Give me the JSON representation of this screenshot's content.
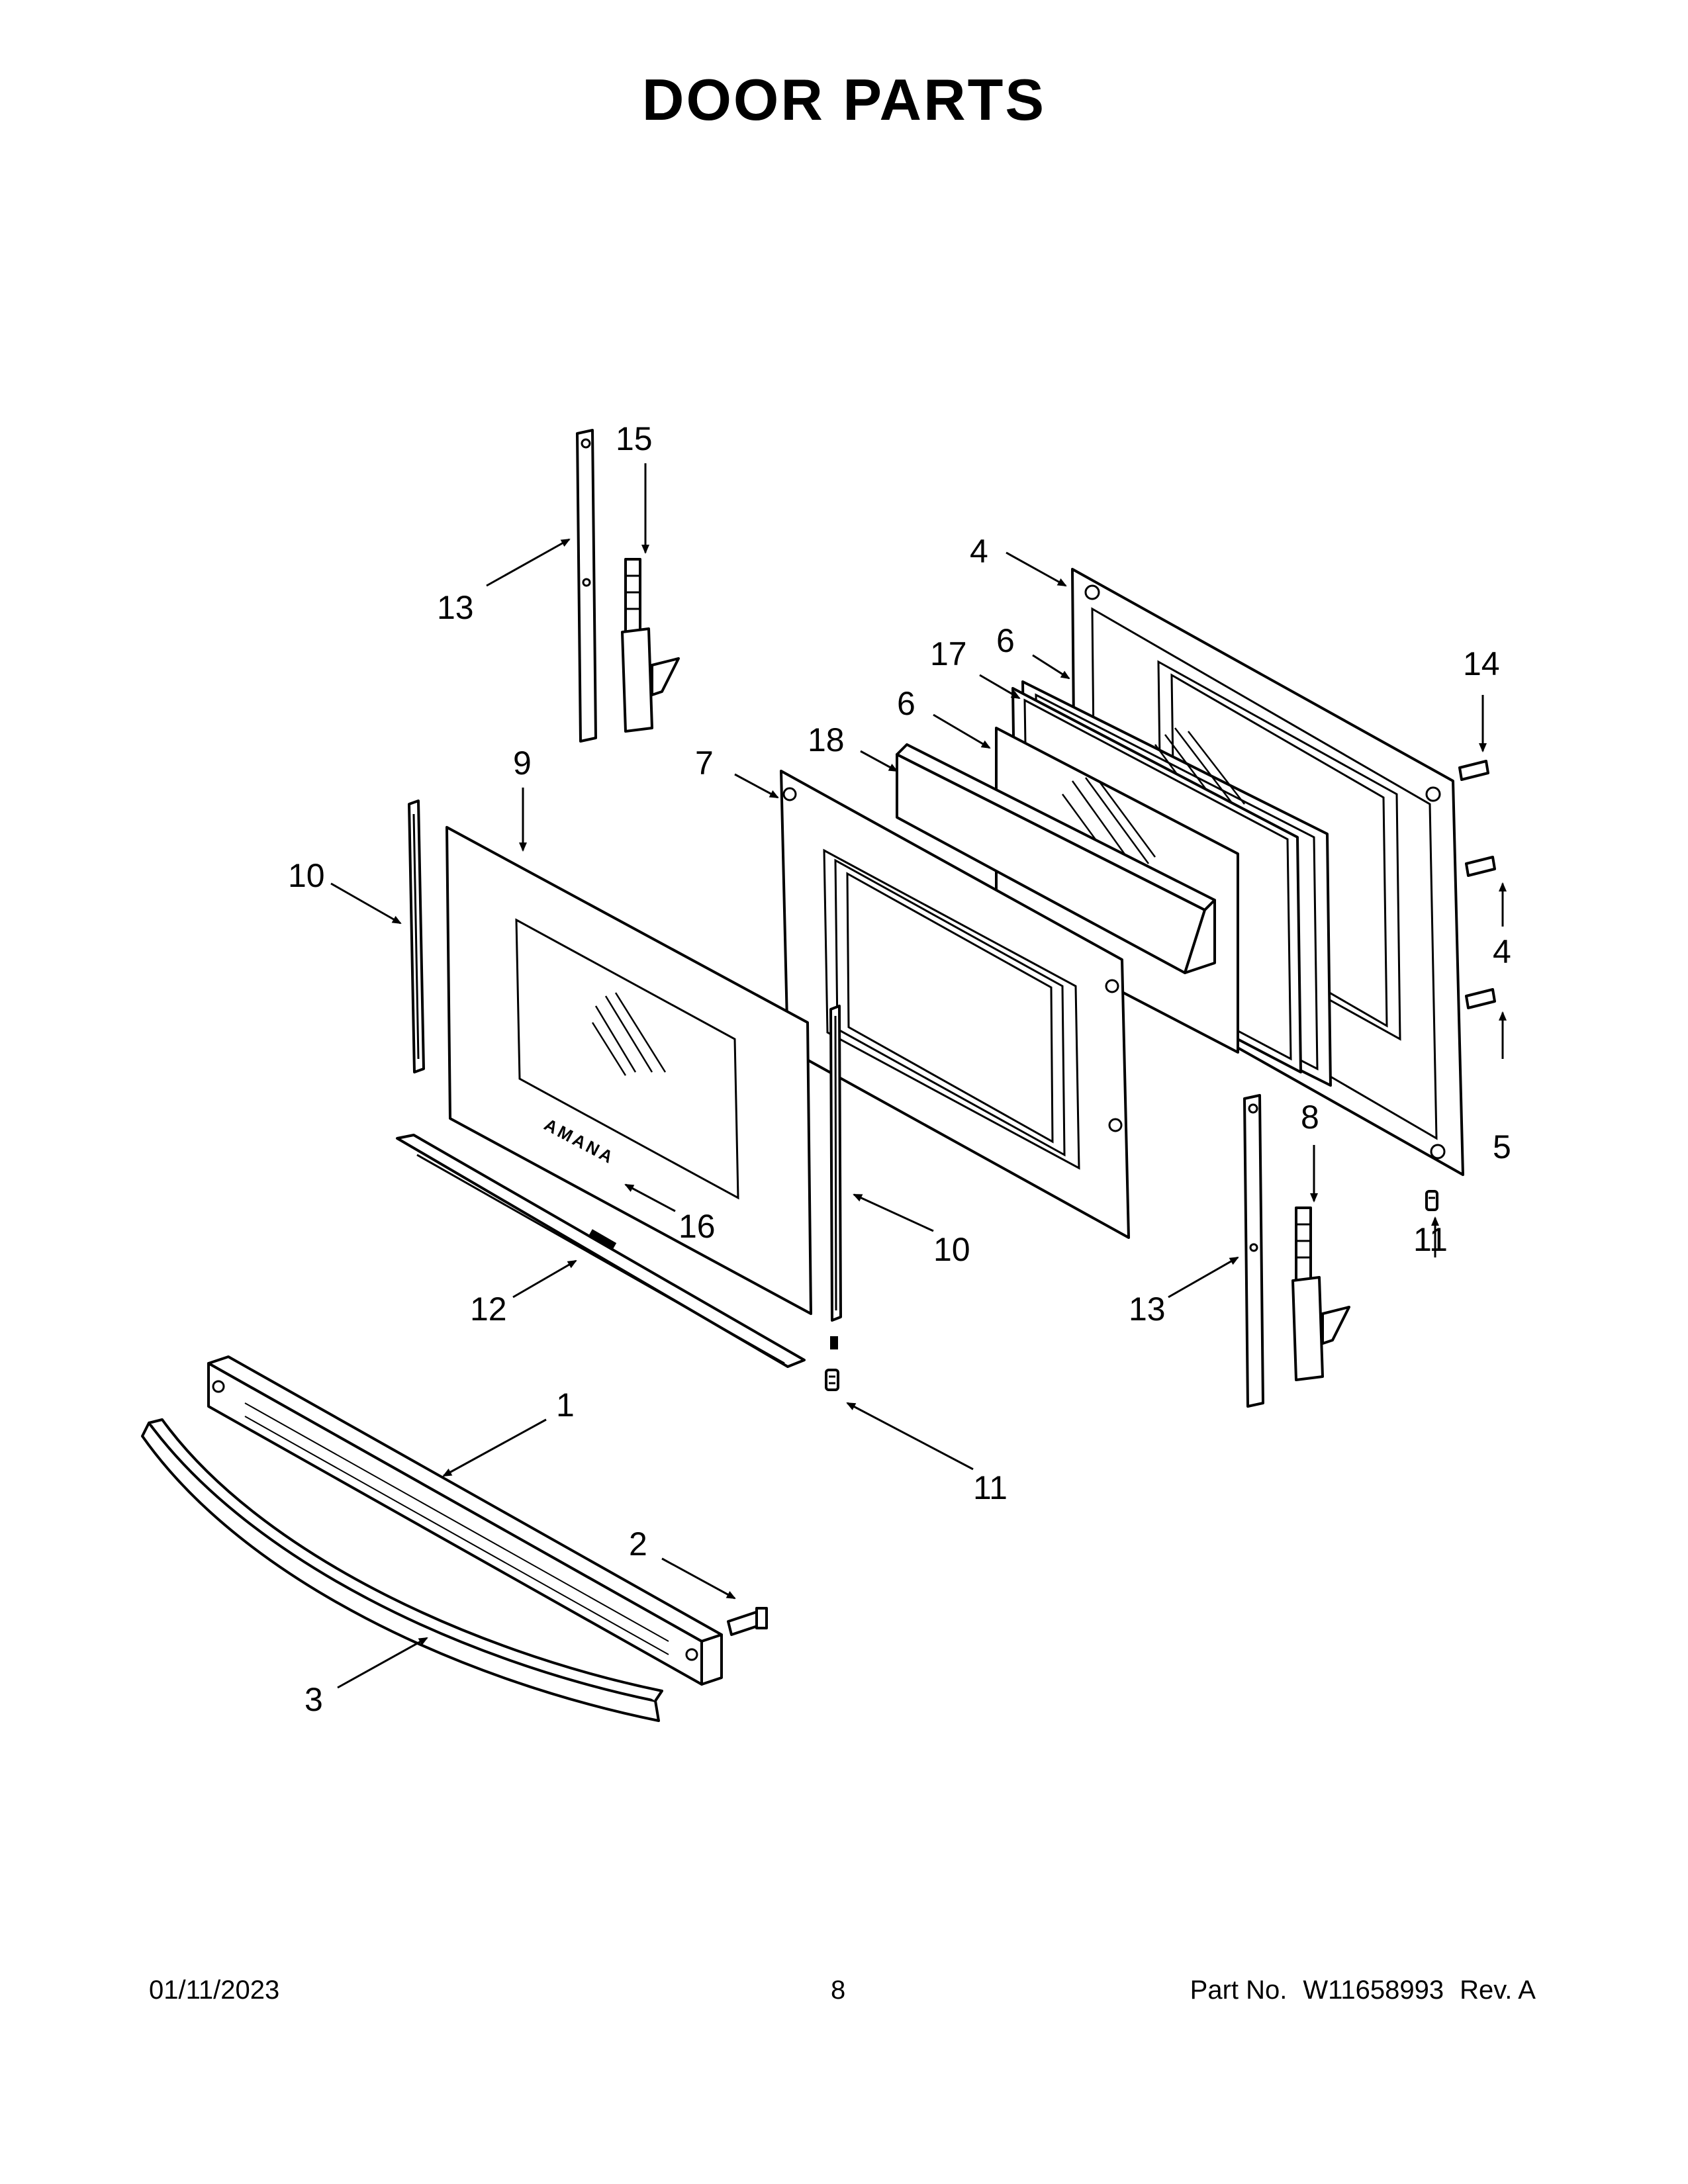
{
  "title": "DOOR PARTS",
  "footer": {
    "date": "01/11/2023",
    "page": "8",
    "part_label": "Part No.",
    "part_number": "W11658993",
    "revision": "Rev. A"
  },
  "logo_text": "AMANA",
  "callouts": {
    "c1": "1",
    "c2": "2",
    "c3": "3",
    "c4a": "4",
    "c4b": "4",
    "c5": "5",
    "c6a": "6",
    "c6b": "6",
    "c7": "7",
    "c8": "8",
    "c9": "9",
    "c10a": "10",
    "c10b": "10",
    "c11a": "11",
    "c11b": "11",
    "c12": "12",
    "c13a": "13",
    "c13b": "13",
    "c14": "14",
    "c15": "15",
    "c16": "16",
    "c17": "17",
    "c18": "18"
  }
}
